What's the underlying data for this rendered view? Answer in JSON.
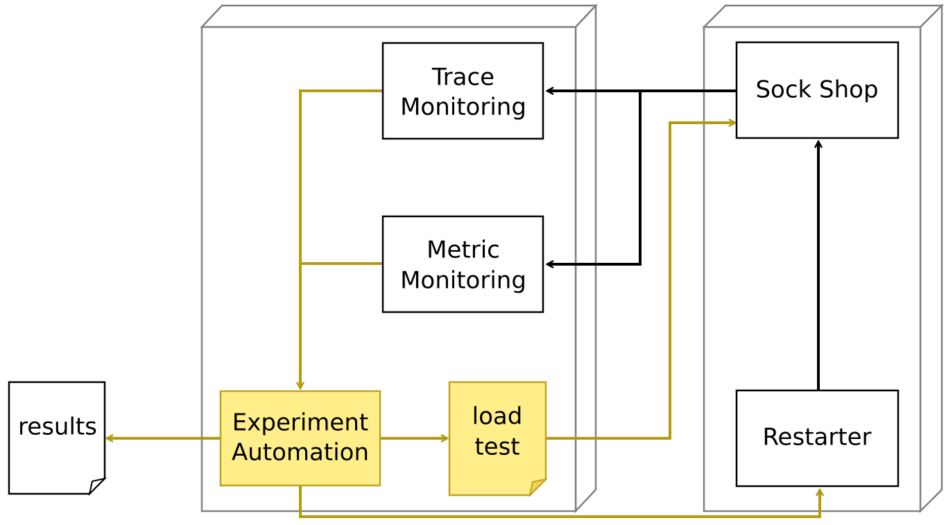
{
  "colors": {
    "node_outline": "#808080",
    "node_side": "#ffffff",
    "component_fill": "#ffffff",
    "highlight_fill": "#ffee8a",
    "highlight_stroke": "#c0a31c",
    "control_flow": "#b39b0e",
    "data_flow": "#000000"
  },
  "components": {
    "trace_monitoring": {
      "line1": "Trace",
      "line2": "Monitoring"
    },
    "metric_monitoring": {
      "line1": "Metric",
      "line2": "Monitoring"
    },
    "experiment_automation": {
      "line1": "Experiment",
      "line2": "Automation"
    },
    "load_test": {
      "line1": "load",
      "line2": "test"
    },
    "sock_shop": {
      "label": "Sock Shop"
    },
    "restarter": {
      "label": "Restarter"
    },
    "results": {
      "label": "results"
    }
  }
}
